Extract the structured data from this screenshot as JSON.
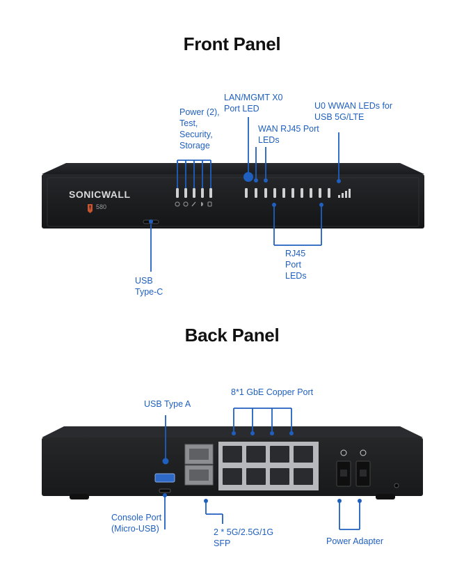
{
  "front": {
    "title": "Front Panel",
    "brand": "SONICWALL",
    "model": "580",
    "callouts": {
      "lan_mgmt": "LAN/MGMT X0\nPort LED",
      "power": "Power (2),\nTest,\nSecurity,\nStorage",
      "wan": "WAN RJ45 Port\nLEDs",
      "u0": "U0 WWAN LEDs for\nUSB 5G/LTE",
      "rj45": "RJ45\nPort\nLEDs",
      "usb_c": "USB\nType-C"
    }
  },
  "back": {
    "title": "Back Panel",
    "callouts": {
      "copper": "8*1 GbE Copper Port",
      "usb_a": "USB Type A",
      "console": "Console Port\n(Micro-USB)",
      "sfp": "2 * 5G/2.5G/1G\nSFP",
      "power": "Power Adapter"
    }
  },
  "colors": {
    "callout": "#1f5fbf",
    "chassis": "#1c1d20"
  }
}
